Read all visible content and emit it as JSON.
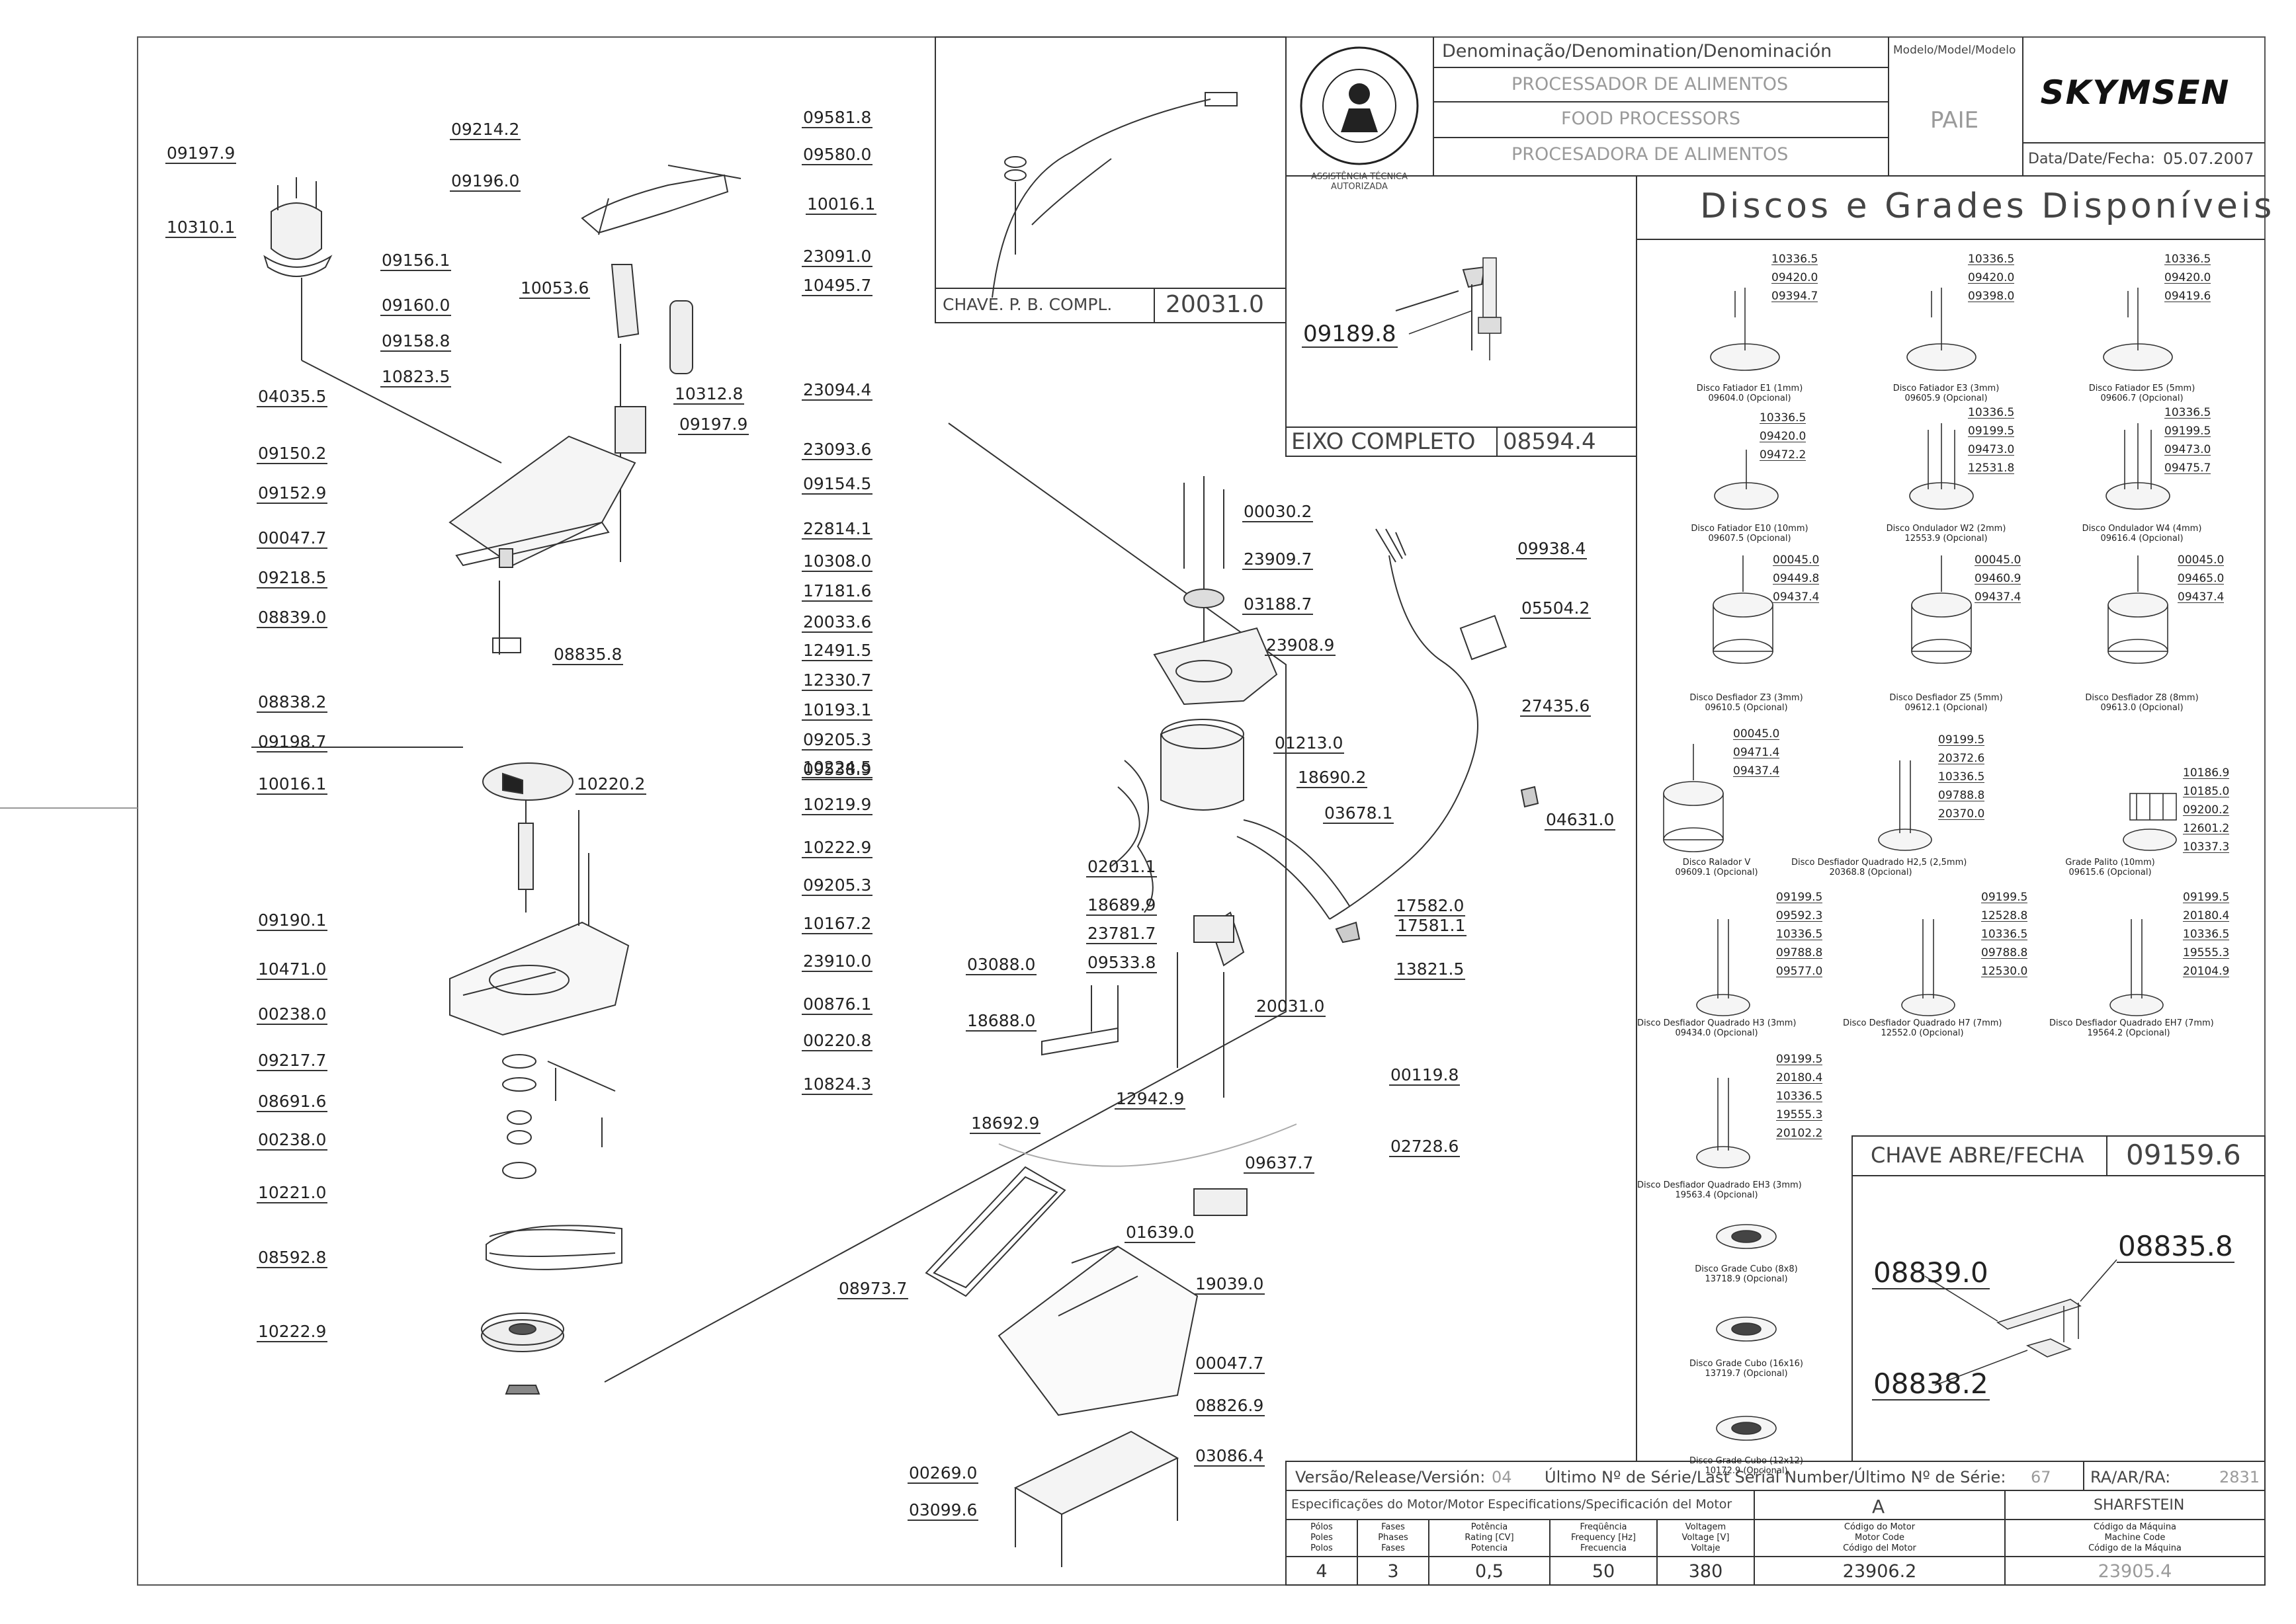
{
  "header": {
    "denomination_label": "Denominação/Denomination/Denominación",
    "model_label": "Modelo/Model/Modelo",
    "brand": "SKYMSEN",
    "name_pt": "PROCESSADOR DE ALIMENTOS",
    "name_en": "FOOD PROCESSORS",
    "name_es": "PROCESADORA DE ALIMENTOS",
    "model": "PAIE",
    "date_label": "Data/Date/Fecha:",
    "date": "05.07.2007",
    "seal_text": "ASSISTÊNCIA TÉCNICA AUTORIZADA"
  },
  "boxes": {
    "switch_label": "CHAVE. P. B. COMPL.",
    "switch_code": "20031.0",
    "shaft_part": "09189.8",
    "shaft_label": "EIXO COMPLETO",
    "shaft_code": "08594.4",
    "discs_title": "Discos e Grades Disponíveis",
    "openclose_label": "CHAVE ABRE/FECHA",
    "openclose_code": "09159.6",
    "openclose_parts": [
      "08839.0",
      "08835.8",
      "08838.2"
    ]
  },
  "left_parts": [
    "09197.9",
    "10310.1",
    "09214.2",
    "09196.0",
    "09581.8",
    "09580.0",
    "10016.1",
    "23091.0",
    "10495.7",
    "10053.6",
    "09156.1",
    "09160.0",
    "09158.8",
    "10823.5",
    "04035.5",
    "09150.2",
    "09152.9",
    "00047.7",
    "09218.5",
    "08839.0",
    "08838.2",
    "09198.7",
    "08835.8",
    "10312.8",
    "09197.9",
    "23094.4",
    "23093.6",
    "09154.5",
    "22814.1",
    "10308.0",
    "17181.6",
    "20033.6",
    "12491.5",
    "12330.7",
    "10193.1",
    "09205.3",
    "09538.9",
    "10016.1",
    "10220.2",
    "10224.5",
    "10219.9",
    "10222.9",
    "09205.3",
    "10167.2",
    "23910.0",
    "00876.1",
    "09190.1",
    "10471.0",
    "00238.0",
    "09217.7",
    "08691.6",
    "00238.0",
    "10221.0",
    "00220.8",
    "10824.3",
    "08592.8",
    "10222.9"
  ],
  "center_parts": [
    "00030.2",
    "23909.7",
    "03188.7",
    "23908.9",
    "09938.4",
    "05504.2",
    "27435.6",
    "01213.0",
    "18690.2",
    "03678.1",
    "04631.0",
    "02031.1",
    "18689.9",
    "23781.7",
    "09533.8",
    "17582.0",
    "17581.1",
    "13821.5",
    "20031.0",
    "03088.0",
    "18688.0",
    "18692.9",
    "12942.9",
    "00119.8",
    "02728.6",
    "09637.7",
    "01639.0",
    "19039.0",
    "08973.7",
    "00047.7",
    "08826.9",
    "03086.4",
    "00269.0",
    "03099.6"
  ],
  "discs": [
    {
      "name": "Disco Fatiador E1 (1mm)",
      "code": "09604.0 (Opcional)",
      "parts": [
        "10336.5",
        "09420.0",
        "09394.7"
      ]
    },
    {
      "name": "Disco Fatiador E3 (3mm)",
      "code": "09605.9 (Opcional)",
      "parts": [
        "10336.5",
        "09420.0",
        "09398.0"
      ]
    },
    {
      "name": "Disco Fatiador E5 (5mm)",
      "code": "09606.7 (Opcional)",
      "parts": [
        "10336.5",
        "09420.0",
        "09419.6"
      ]
    },
    {
      "name": "Disco Fatiador E10 (10mm)",
      "code": "09607.5 (Opcional)",
      "parts": [
        "10336.5",
        "09420.0",
        "09472.2"
      ]
    },
    {
      "name": "Disco Ondulador W2 (2mm)",
      "code": "12553.9 (Opcional)",
      "parts": [
        "10336.5",
        "09199.5",
        "09473.0",
        "12531.8"
      ]
    },
    {
      "name": "Disco Ondulador W4 (4mm)",
      "code": "09616.4 (Opcional)",
      "parts": [
        "10336.5",
        "09199.5",
        "09473.0",
        "09475.7"
      ]
    },
    {
      "name": "Disco Desfiador Z3 (3mm)",
      "code": "09610.5 (Opcional)",
      "parts": [
        "00045.0",
        "09449.8",
        "09437.4"
      ]
    },
    {
      "name": "Disco Desfiador Z5 (5mm)",
      "code": "09612.1 (Opcional)",
      "parts": [
        "00045.0",
        "09460.9",
        "09437.4"
      ]
    },
    {
      "name": "Disco Desfiador Z8 (8mm)",
      "code": "09613.0 (Opcional)",
      "parts": [
        "00045.0",
        "09465.0",
        "09437.4"
      ]
    },
    {
      "name": "Disco Ralador V",
      "code": "09609.1 (Opcional)",
      "parts": [
        "00045.0",
        "09471.4",
        "09437.4"
      ]
    },
    {
      "name": "Disco Desfiador Quadrado H2,5 (2,5mm)",
      "code": "20368.8 (Opcional)",
      "parts": [
        "09199.5",
        "20372.6",
        "10336.5",
        "09788.8",
        "20370.0"
      ]
    },
    {
      "name": "Grade Palito (10mm)",
      "code": "09615.6 (Opcional)",
      "parts": [
        "10186.9",
        "10185.0",
        "09200.2",
        "12601.2",
        "10337.3"
      ]
    },
    {
      "name": "Disco Desfiador Quadrado H3 (3mm)",
      "code": "09434.0 (Opcional)",
      "parts": [
        "09199.5",
        "09592.3",
        "10336.5",
        "09788.8",
        "09577.0"
      ]
    },
    {
      "name": "Disco Desfiador Quadrado H7 (7mm)",
      "code": "12552.0 (Opcional)",
      "parts": [
        "09199.5",
        "12528.8",
        "10336.5",
        "09788.8",
        "12530.0"
      ]
    },
    {
      "name": "Disco Desfiador Quadrado EH7 (7mm)",
      "code": "19564.2 (Opcional)",
      "parts": [
        "09199.5",
        "20180.4",
        "10336.5",
        "19555.3",
        "20104.9"
      ]
    },
    {
      "name": "Disco Desfiador Quadrado EH3 (3mm)",
      "code": "19563.4 (Opcional)",
      "parts": [
        "09199.5",
        "20180.4",
        "10336.5",
        "19555.3",
        "20102.2"
      ]
    },
    {
      "name": "Disco Grade Cubo (8x8)",
      "code": "13718.9 (Opcional)",
      "parts": []
    },
    {
      "name": "Disco Grade Cubo (16x16)",
      "code": "13719.7 (Opcional)",
      "parts": []
    },
    {
      "name": "Disco Grade Cubo (12x12)",
      "code": "10172.9 (Opcional)",
      "parts": []
    }
  ],
  "footer": {
    "version_label": "Versão/Release/Versión:",
    "version": "04",
    "serial_label": "Último Nº de Série/Last Serial Number/Último Nº de Série:",
    "serial": "67",
    "ra_label": "RA/AR/RA:",
    "ra": "2831",
    "motor_spec_label": "Especificações do Motor/Motor Especifications/Specificación del Motor",
    "motor_letter": "A",
    "maker": "SHARFSTEIN",
    "cols": [
      {
        "h": [
          "Pólos",
          "Poles",
          "Polos"
        ],
        "v": "4"
      },
      {
        "h": [
          "Fases",
          "Phases",
          "Fases"
        ],
        "v": "3"
      },
      {
        "h": [
          "Potência",
          "Rating [CV]",
          "Potencia"
        ],
        "v": "0,5"
      },
      {
        "h": [
          "Freqüência",
          "Frequency [Hz]",
          "Frecuencia"
        ],
        "v": "50"
      },
      {
        "h": [
          "Voltagem",
          "Voltage [V]",
          "Voltaje"
        ],
        "v": "380"
      },
      {
        "h": [
          "Código do Motor",
          "Motor Code",
          "Código del Motor"
        ],
        "v": "23906.2"
      },
      {
        "h": [
          "Código da Máquina",
          "Machine Code",
          "Código de la Máquina"
        ],
        "v": "23905.4"
      }
    ]
  }
}
